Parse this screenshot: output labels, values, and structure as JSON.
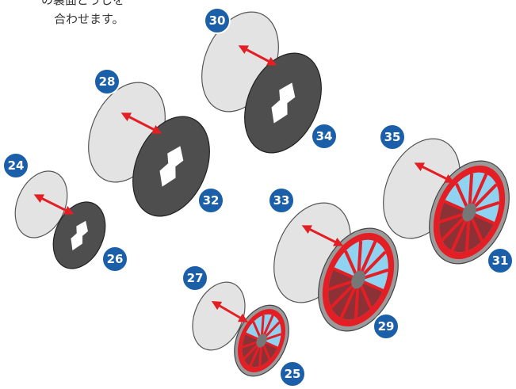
{
  "instructions": {
    "line1": "の裏面どうしを",
    "line2": "合わせます。"
  },
  "parts": [
    {
      "kind": "paper",
      "badge": "30"
    },
    {
      "kind": "dark-disc",
      "badge": "34"
    },
    {
      "kind": "paper",
      "badge": "28"
    },
    {
      "kind": "dark-disc",
      "badge": "32"
    },
    {
      "kind": "paper",
      "badge": "24"
    },
    {
      "kind": "dark-disc",
      "badge": "26"
    },
    {
      "kind": "paper",
      "badge": "35"
    },
    {
      "kind": "red-wheel",
      "badge": "31"
    },
    {
      "kind": "paper",
      "badge": "33"
    },
    {
      "kind": "red-wheel",
      "badge": "29"
    },
    {
      "kind": "paper",
      "badge": "27"
    },
    {
      "kind": "red-wheel",
      "badge": "25"
    }
  ],
  "colors": {
    "badge_fill": "#1a5fa8",
    "paper_fill": "#e3e3e3",
    "dark_disc_fill": "#4e4e4e",
    "wheel_red": "#e31e24",
    "wheel_blue": "#8fd3f0",
    "wheel_dark_red": "#8c1414",
    "arrow_red": "#e31e24"
  },
  "icons": {
    "arrow": "double-headed-arrow-icon",
    "badge": "number-circle-badge"
  }
}
